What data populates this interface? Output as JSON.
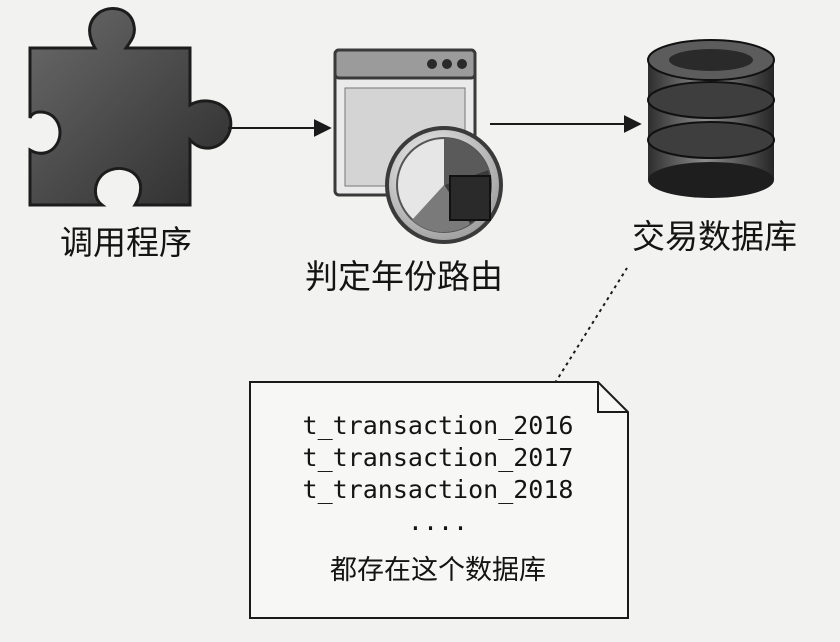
{
  "nodes": {
    "caller": {
      "label": "调用程序",
      "icon": "puzzle-piece-icon"
    },
    "router": {
      "label": "判定年份路由",
      "icon": "window-chart-icon"
    },
    "database": {
      "label": "交易数据库",
      "icon": "database-icon"
    }
  },
  "note": {
    "tables": [
      "t_transaction_2016",
      "t_transaction_2017",
      "t_transaction_2018"
    ],
    "ellipsis": "....",
    "caption": "都存在这个数据库"
  },
  "colors": {
    "stroke": "#1a1a1a",
    "icon_dark": "#3a3a3a",
    "background": "#f2f2f0"
  }
}
